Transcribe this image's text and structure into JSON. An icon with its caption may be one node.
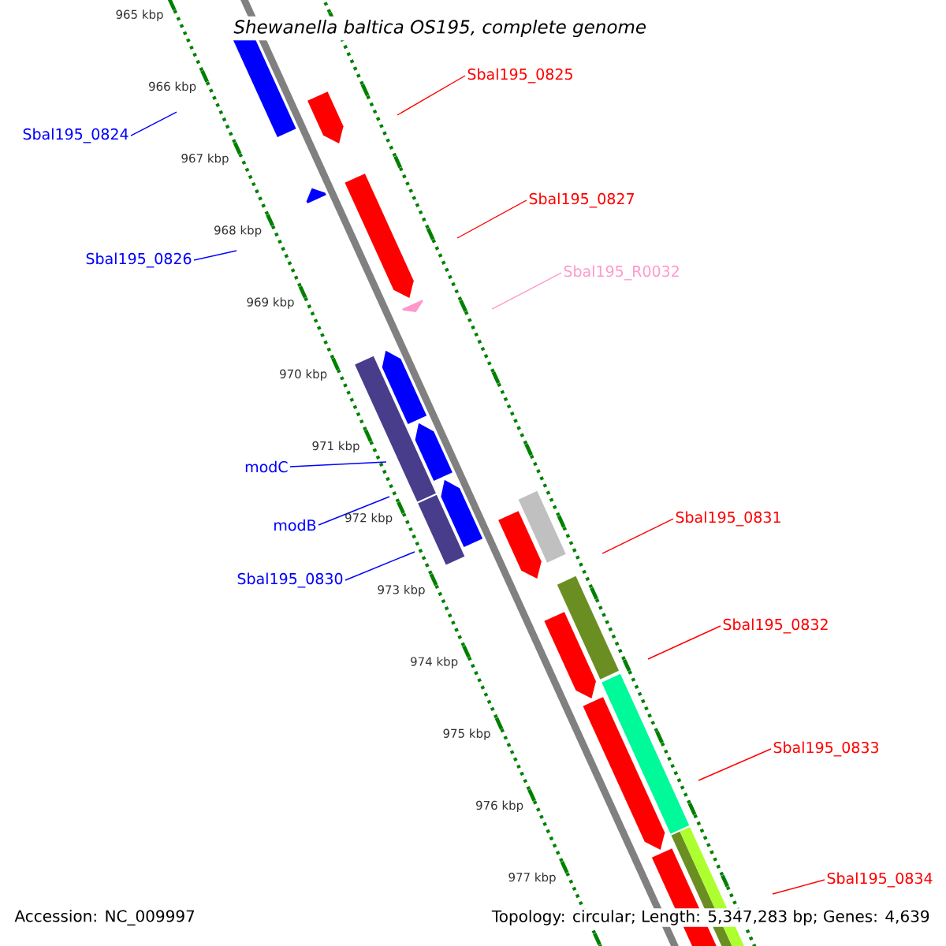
{
  "diagram": {
    "title": "Shewanella baltica OS195, complete genome",
    "nodes": [
      {
        "text": [
          "Sbal195_0825"
        ]
      },
      {
        "text": [
          "Sbal195_0824"
        ]
      },
      {
        "text": [
          "Sbal195_0827"
        ]
      },
      {
        "text": [
          "Sbal195_0826"
        ]
      },
      {
        "text": [
          "Sbal195_R0032"
        ]
      },
      {
        "text": [
          "modC"
        ]
      },
      {
        "text": [
          "Sbal195_0831"
        ]
      },
      {
        "text": [
          "modB"
        ]
      },
      {
        "text": [
          "Sbal195_0830"
        ]
      },
      {
        "text": [
          "Sbal195_0832"
        ]
      },
      {
        "text": [
          "Sbal195_0833"
        ]
      },
      {
        "text": [
          "Sbal195_0834"
        ]
      }
    ],
    "edges": [
      {
        "from": 0,
        "to": null,
        "arrow": "none"
      },
      {
        "from": 1,
        "to": null,
        "arrow": "none",
        "color": "#0000ff"
      },
      {
        "from": 2,
        "to": null,
        "arrow": "none"
      },
      {
        "from": 3,
        "to": null,
        "arrow": "none",
        "color": "#0000ff"
      },
      {
        "from": 4,
        "to": null,
        "arrow": "none",
        "color": "#ff99cc"
      },
      {
        "from": 5,
        "to": null,
        "arrow": "none",
        "color": "#0000ff"
      },
      {
        "from": 6,
        "to": null,
        "arrow": "none"
      },
      {
        "from": 7,
        "to": null,
        "arrow": "none",
        "color": "#0000ff"
      },
      {
        "from": 8,
        "to": null,
        "arrow": "none",
        "color": "#0000ff"
      },
      {
        "from": 9,
        "to": null,
        "arrow": "none"
      },
      {
        "from": 10,
        "to": null,
        "arrow": "none"
      },
      {
        "from": 11,
        "to": null,
        "arrow": "none"
      }
    ],
    "labels": [
      "965 kbp",
      "966 kbp",
      "967 kbp",
      "968 kbp",
      "969 kbp",
      "970 kbp",
      "971 kbp",
      "972 kbp",
      "973 kbp",
      "974 kbp",
      "975 kbp",
      "976 kbp",
      "977 kbp",
      "Accession: NC_009997",
      "Topology: circular; Length: 5,347,283 bp; Genes: 4,639"
    ]
  }
}
